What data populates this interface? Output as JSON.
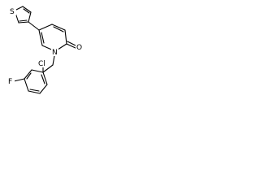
{
  "molecule": {
    "atoms": {
      "sulfur": "S",
      "nitrogen": "N",
      "oxygen": "O",
      "chlorine": "Cl",
      "fluorine": "F"
    }
  },
  "colors": {
    "bond": "#000000",
    "text": "#000000",
    "background": "#ffffff"
  }
}
